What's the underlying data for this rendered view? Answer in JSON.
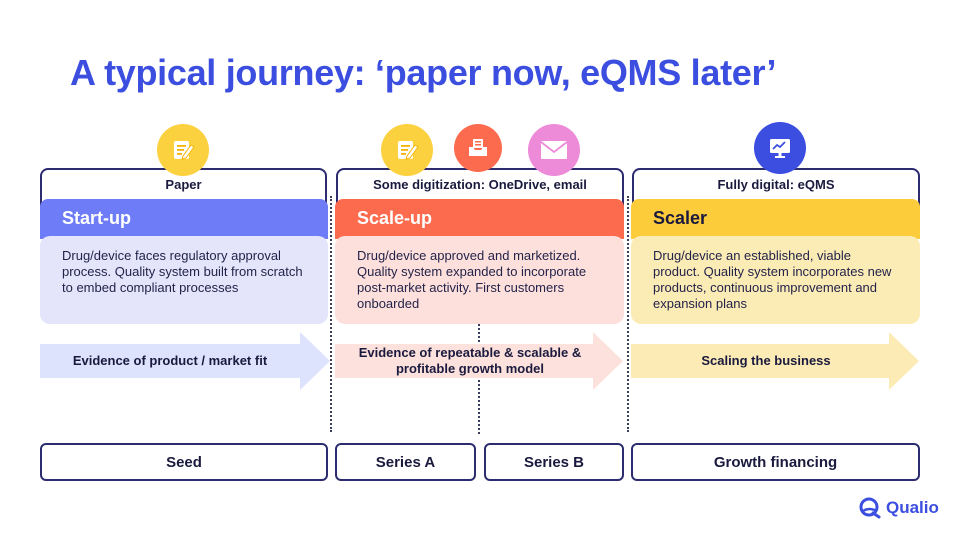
{
  "title": "A typical journey: ‘paper now, eQMS later’",
  "stages": [
    {
      "header": "Paper",
      "name": "Start-up",
      "description": "Drug/device faces regulatory approval process. Quality system built from scratch to embed compliant processes",
      "arrow_label": "Evidence of product / market fit",
      "icons": [
        "document-pen-icon"
      ],
      "colors": {
        "band": "#6f7cf7",
        "desc_bg": "#e4e4fb",
        "arrow": "#dde2fd",
        "icon": "#fcd13f"
      }
    },
    {
      "header": "Some digitization: OneDrive, email",
      "name": "Scale-up",
      "description": "Drug/device approved and marketized. Quality system expanded to incorporate post-market activity. First customers onboarded",
      "arrow_label": "Evidence of repeatable & scalable & profitable growth model",
      "icons": [
        "document-pen-icon",
        "inbox-icon",
        "envelope-icon"
      ],
      "colors": {
        "band": "#fd6b4e",
        "desc_bg": "#fde0dc",
        "arrow": "#fde1dc",
        "icon_inbox": "#fd6b4e",
        "icon_mail": "#ee8bd9"
      }
    },
    {
      "header": "Fully digital: eQMS",
      "name": "Scaler",
      "description": "Drug/device an established, viable product. Quality system incorporates new products, continuous improvement and expansion plans",
      "arrow_label": "Scaling the business",
      "icons": [
        "monitor-chart-icon"
      ],
      "colors": {
        "band": "#fdcc3b",
        "desc_bg": "#fbecb6",
        "arrow": "#fcebb5",
        "icon": "#3b4ee0"
      }
    }
  ],
  "funding": [
    "Seed",
    "Series A",
    "Series B",
    "Growth financing"
  ],
  "logo": {
    "text": "Qualio",
    "color": "#3b4ee0"
  }
}
